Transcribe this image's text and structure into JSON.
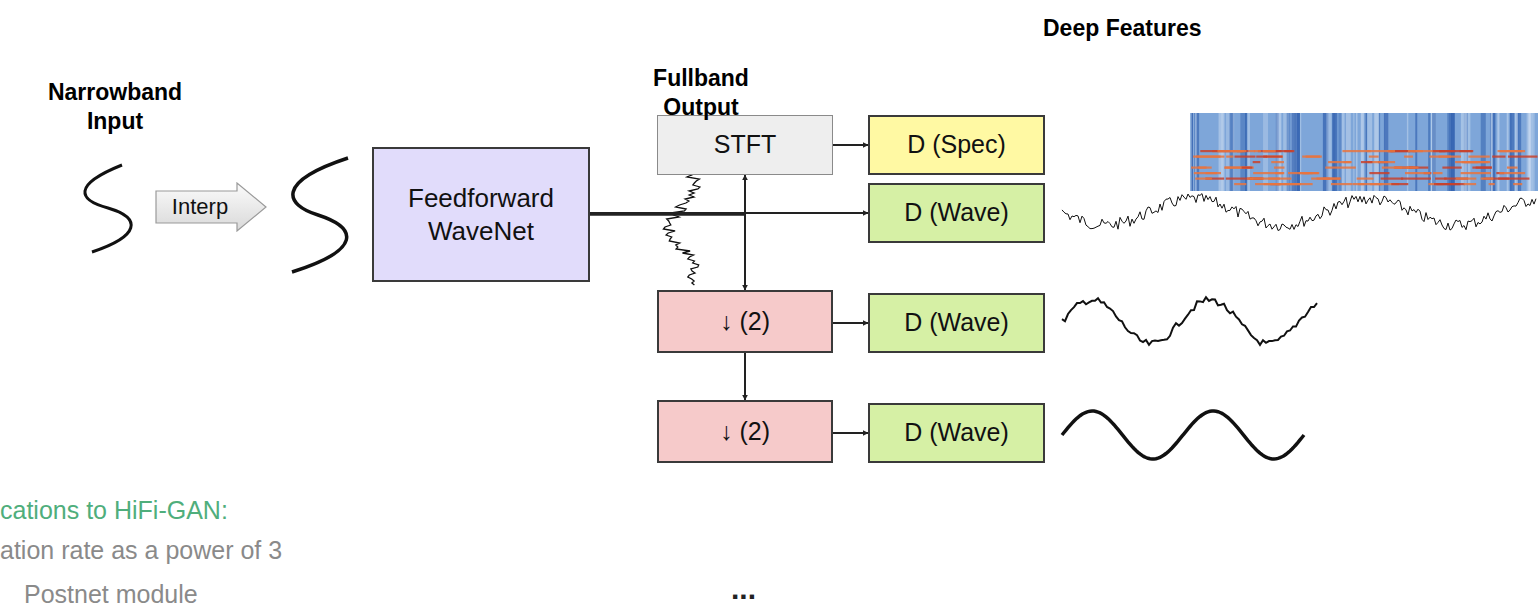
{
  "diagram": {
    "nodes": [
      {
        "text": [
          "Interp"
        ]
      },
      {
        "text": [
          "Feedforward WaveNet"
        ]
      },
      {
        "text": [
          "STFT"
        ]
      },
      {
        "text": [
          "D (Spec)"
        ]
      },
      {
        "text": [
          "D (Wave)"
        ]
      },
      {
        "text": [
          "↓ (2)"
        ]
      },
      {
        "text": [
          "D (Wave)"
        ]
      },
      {
        "text": [
          "↓ (2)"
        ]
      },
      {
        "text": [
          "D (Wave)"
        ]
      }
    ],
    "edges": [
      {
        "from": 1,
        "to": 4,
        "arrow": "to"
      },
      {
        "from": 1,
        "to": 2,
        "arrow": "to"
      },
      {
        "from": 1,
        "to": 5,
        "arrow": "to"
      },
      {
        "from": 2,
        "to": 3,
        "arrow": "to"
      },
      {
        "from": 5,
        "to": 6,
        "arrow": "to"
      },
      {
        "from": 5,
        "to": 7,
        "arrow": "to"
      },
      {
        "from": 7,
        "to": 8,
        "arrow": "to"
      }
    ],
    "labels": [
      "Narrowband Input",
      "Fullband Output",
      "Deep Features",
      "cations to HiFi-GAN:",
      "ation rate as a power of 3",
      "Postnet module",
      "..."
    ]
  }
}
